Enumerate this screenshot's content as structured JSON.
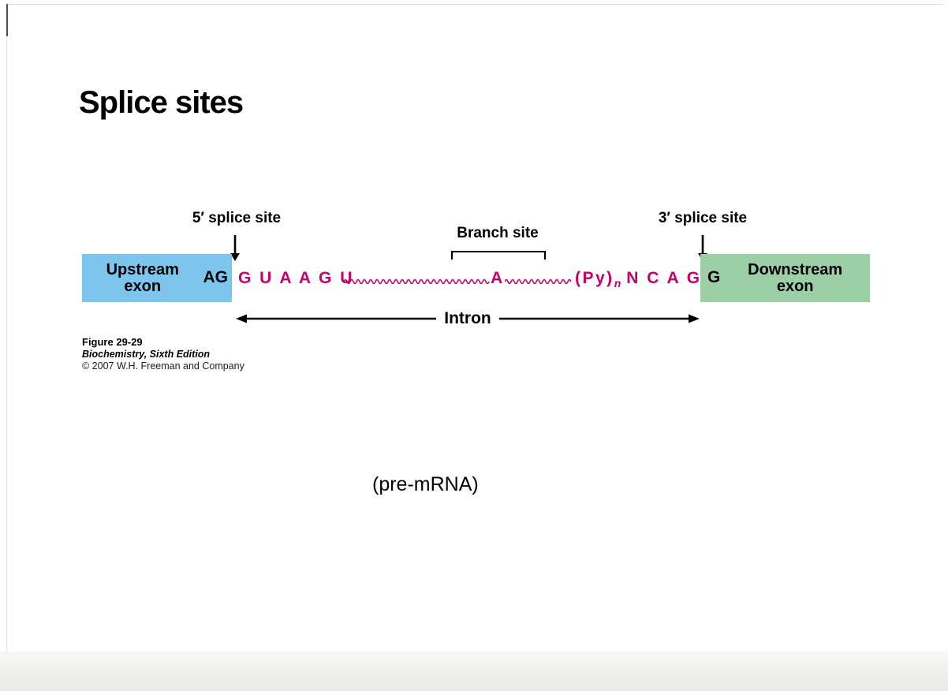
{
  "title": "Splice sites",
  "diagram": {
    "five_splice_label": "5′ splice site",
    "branch_label": "Branch site",
    "three_splice_label": "3′ splice site",
    "upstream_exon": {
      "line1": "Upstream",
      "line2": "exon",
      "terminal_bases": "AG"
    },
    "downstream_exon": {
      "initial_base": "G",
      "line1": "Downstream",
      "line2": "exon"
    },
    "sequence": {
      "five_prime": "G U A A G U",
      "branch_point": "A",
      "py_tract_main": "(Py)",
      "py_tract_sub": "n",
      "three_prime": "N C A G"
    },
    "intron_label": "Intron",
    "colors": {
      "upstream_exon_fill": "#7EC5EE",
      "downstream_exon_fill": "#9DCFA6",
      "sequence_text": "#C4006B"
    }
  },
  "caption": {
    "figure": "Figure 29-29",
    "book": "Biochemistry, Sixth Edition",
    "copyright": "© 2007 W.H. Freeman and Company"
  },
  "footnote": "(pre-mRNA)"
}
